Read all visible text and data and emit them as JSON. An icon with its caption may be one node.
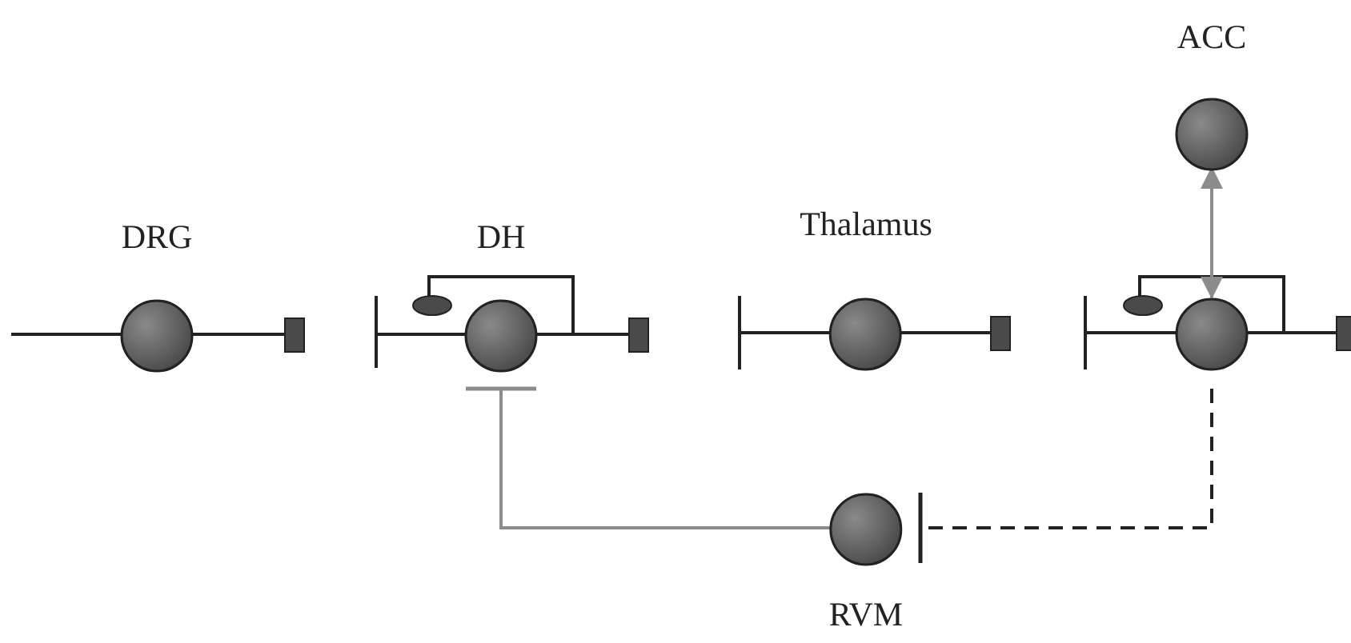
{
  "diagram": {
    "nodes": [
      {
        "text": [
          "DRG"
        ]
      },
      {
        "text": [
          "DH"
        ]
      },
      {
        "text": [
          "Thalamus"
        ]
      },
      {
        "text": [],
        "shape": "circle"
      },
      {
        "text": [
          "ACC"
        ]
      },
      {
        "text": [
          "RVM"
        ]
      }
    ],
    "edges": [
      {
        "from": 4,
        "to": 3,
        "arrow": "both",
        "color": "#8c8c8c"
      },
      {
        "from": 3,
        "to": 5,
        "arrow": "other",
        "style": "dashed",
        "color": "#222222"
      },
      {
        "from": 5,
        "to": 1,
        "arrow": "other",
        "color": "#8c8c8c"
      }
    ]
  }
}
